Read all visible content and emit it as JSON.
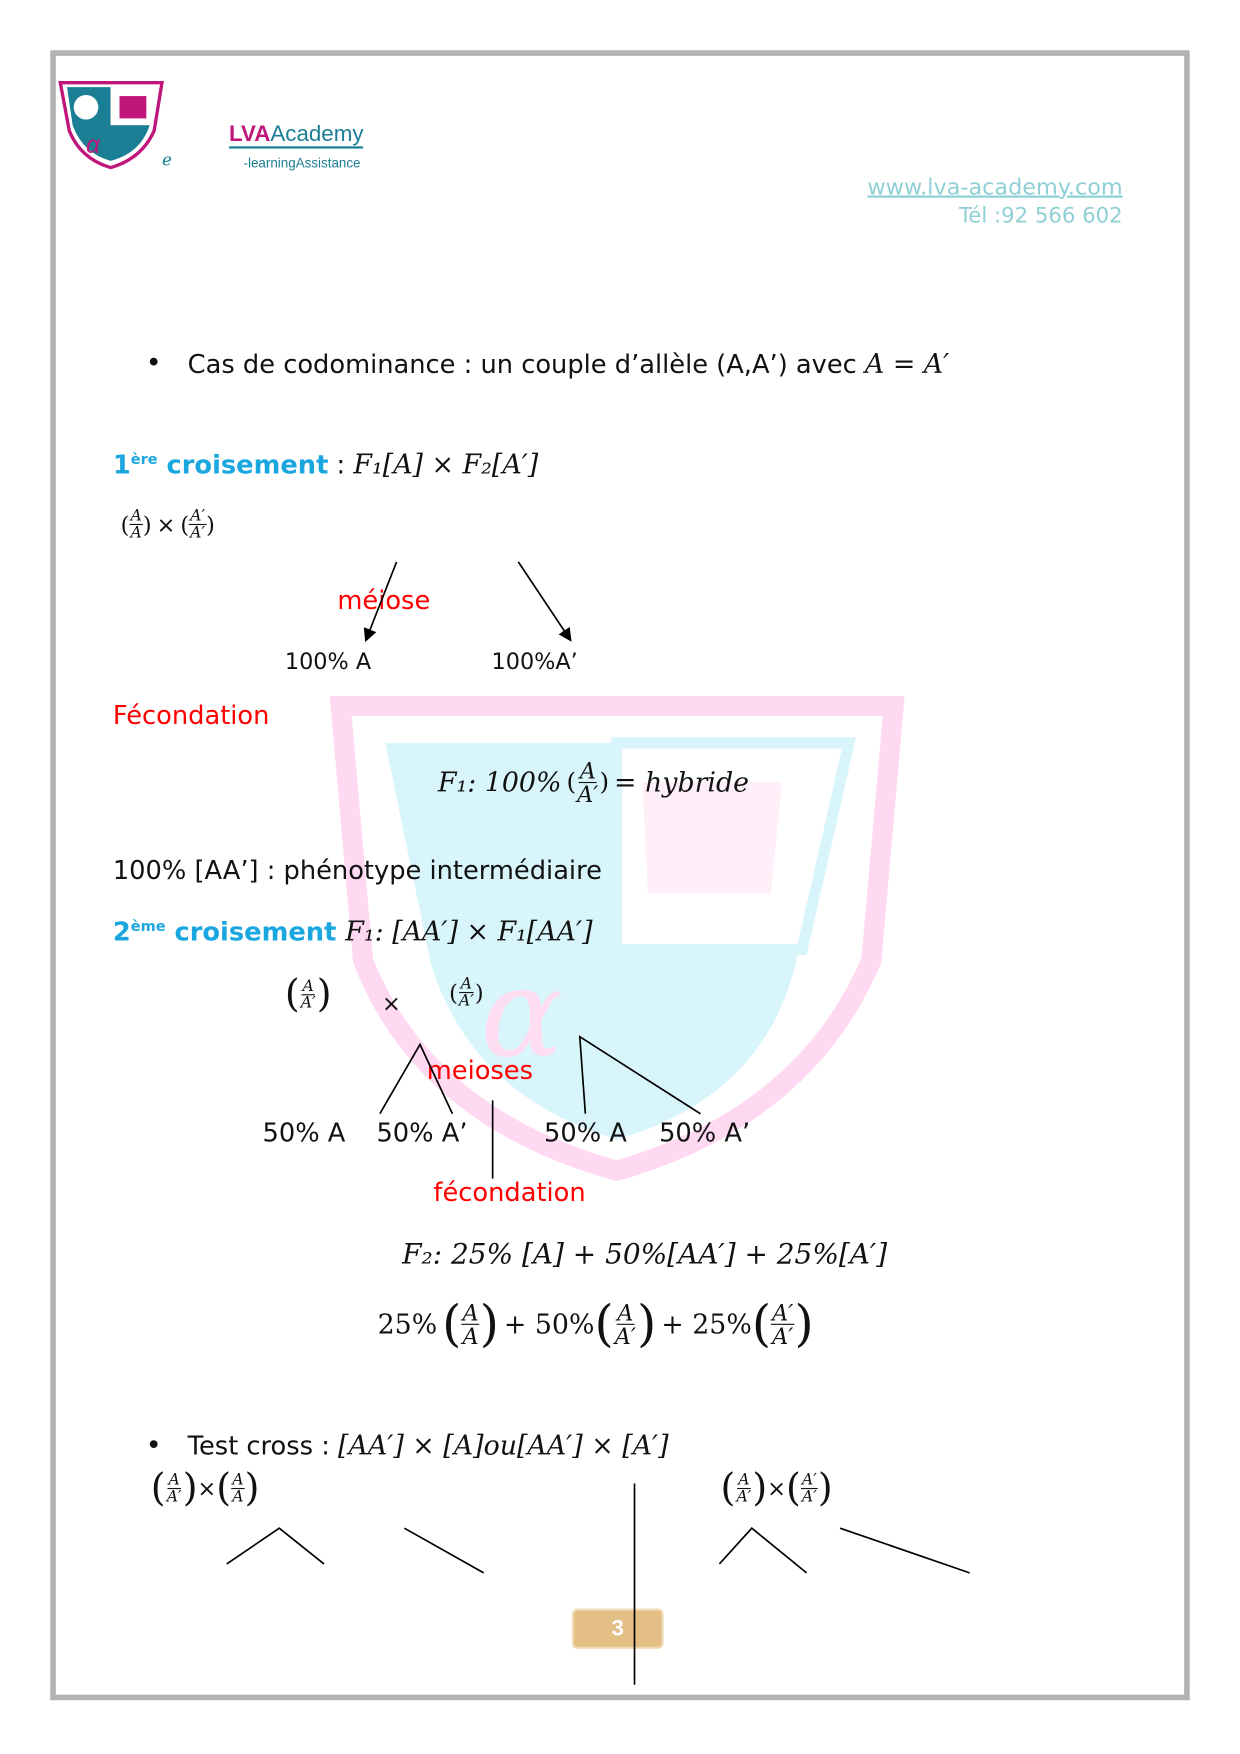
{
  "header": {
    "brand_lva": "LVA",
    "brand_academy": "Academy",
    "tagline": "-learningAssistance",
    "logo_letter": "e",
    "website": "www.lva-academy.com",
    "phone": "Tél :92 566 602"
  },
  "section1": {
    "bullet_text": "Cas de codominance : un couple d’allèle (A,A’) avec ",
    "bullet_math": "A = A′",
    "cross1_num": "1",
    "cross1_sup": "ère",
    "cross1_label": " croisement",
    "cross1_colon": " : ",
    "cross1_formula": "F₁[A] × F₂[A′]",
    "parent_a_num": "A",
    "parent_a_den": "A",
    "times": "×",
    "parent_b_num": "A′",
    "parent_b_den": "A′",
    "meiosis_label": "méiose",
    "gamete_1": "100% A",
    "gamete_2": "100%A’",
    "fertilization_label": "Fécondation",
    "f1_prefix": "F₁: 100%",
    "f1_num": "A",
    "f1_den": "A′",
    "f1_suffix": "= hybride",
    "phenotype_line": "100% [AA’] : phénotype intermédiaire"
  },
  "section2": {
    "cross2_num": "2",
    "cross2_sup": "ème",
    "cross2_label": " croisement ",
    "cross2_formula": "F₁: [AA′] × F₁[AA′]",
    "p1_num": "A",
    "p1_den": "A′",
    "times": "×",
    "p2_num": "A",
    "p2_den": "A′",
    "meiosis_label": "meioses",
    "gametes": [
      "50% A",
      "50% A’",
      "50% A",
      "50% A’"
    ],
    "fertilization_label": "fécondation",
    "f2_phenotypes": "F₂: 25% [A] + 50%[AA′] + 25%[A′]",
    "geno": [
      {
        "pct": "25%",
        "num": "A",
        "den": "A"
      },
      {
        "pct": "+ 50%",
        "num": "A",
        "den": "A′"
      },
      {
        "pct": "+ 25%",
        "num": "A′",
        "den": "A′"
      }
    ]
  },
  "section3": {
    "bullet_text": "Test cross : ",
    "bullet_math": "[AA′] × [A]ou[AA′] × [A′]",
    "left": {
      "a_num": "A",
      "a_den": "A′",
      "times": "×",
      "b_num": "A",
      "b_den": "A"
    },
    "right": {
      "a_num": "A",
      "a_den": "A′",
      "times": "×",
      "b_num": "A′",
      "b_den": "A′"
    }
  },
  "footer": {
    "page_number": "3"
  },
  "colors": {
    "accent_blue": "#1aa7e0",
    "accent_red": "#ff0000",
    "brand_magenta": "#c0157a",
    "brand_teal": "#1a7f95",
    "badge": "#e3be85"
  }
}
